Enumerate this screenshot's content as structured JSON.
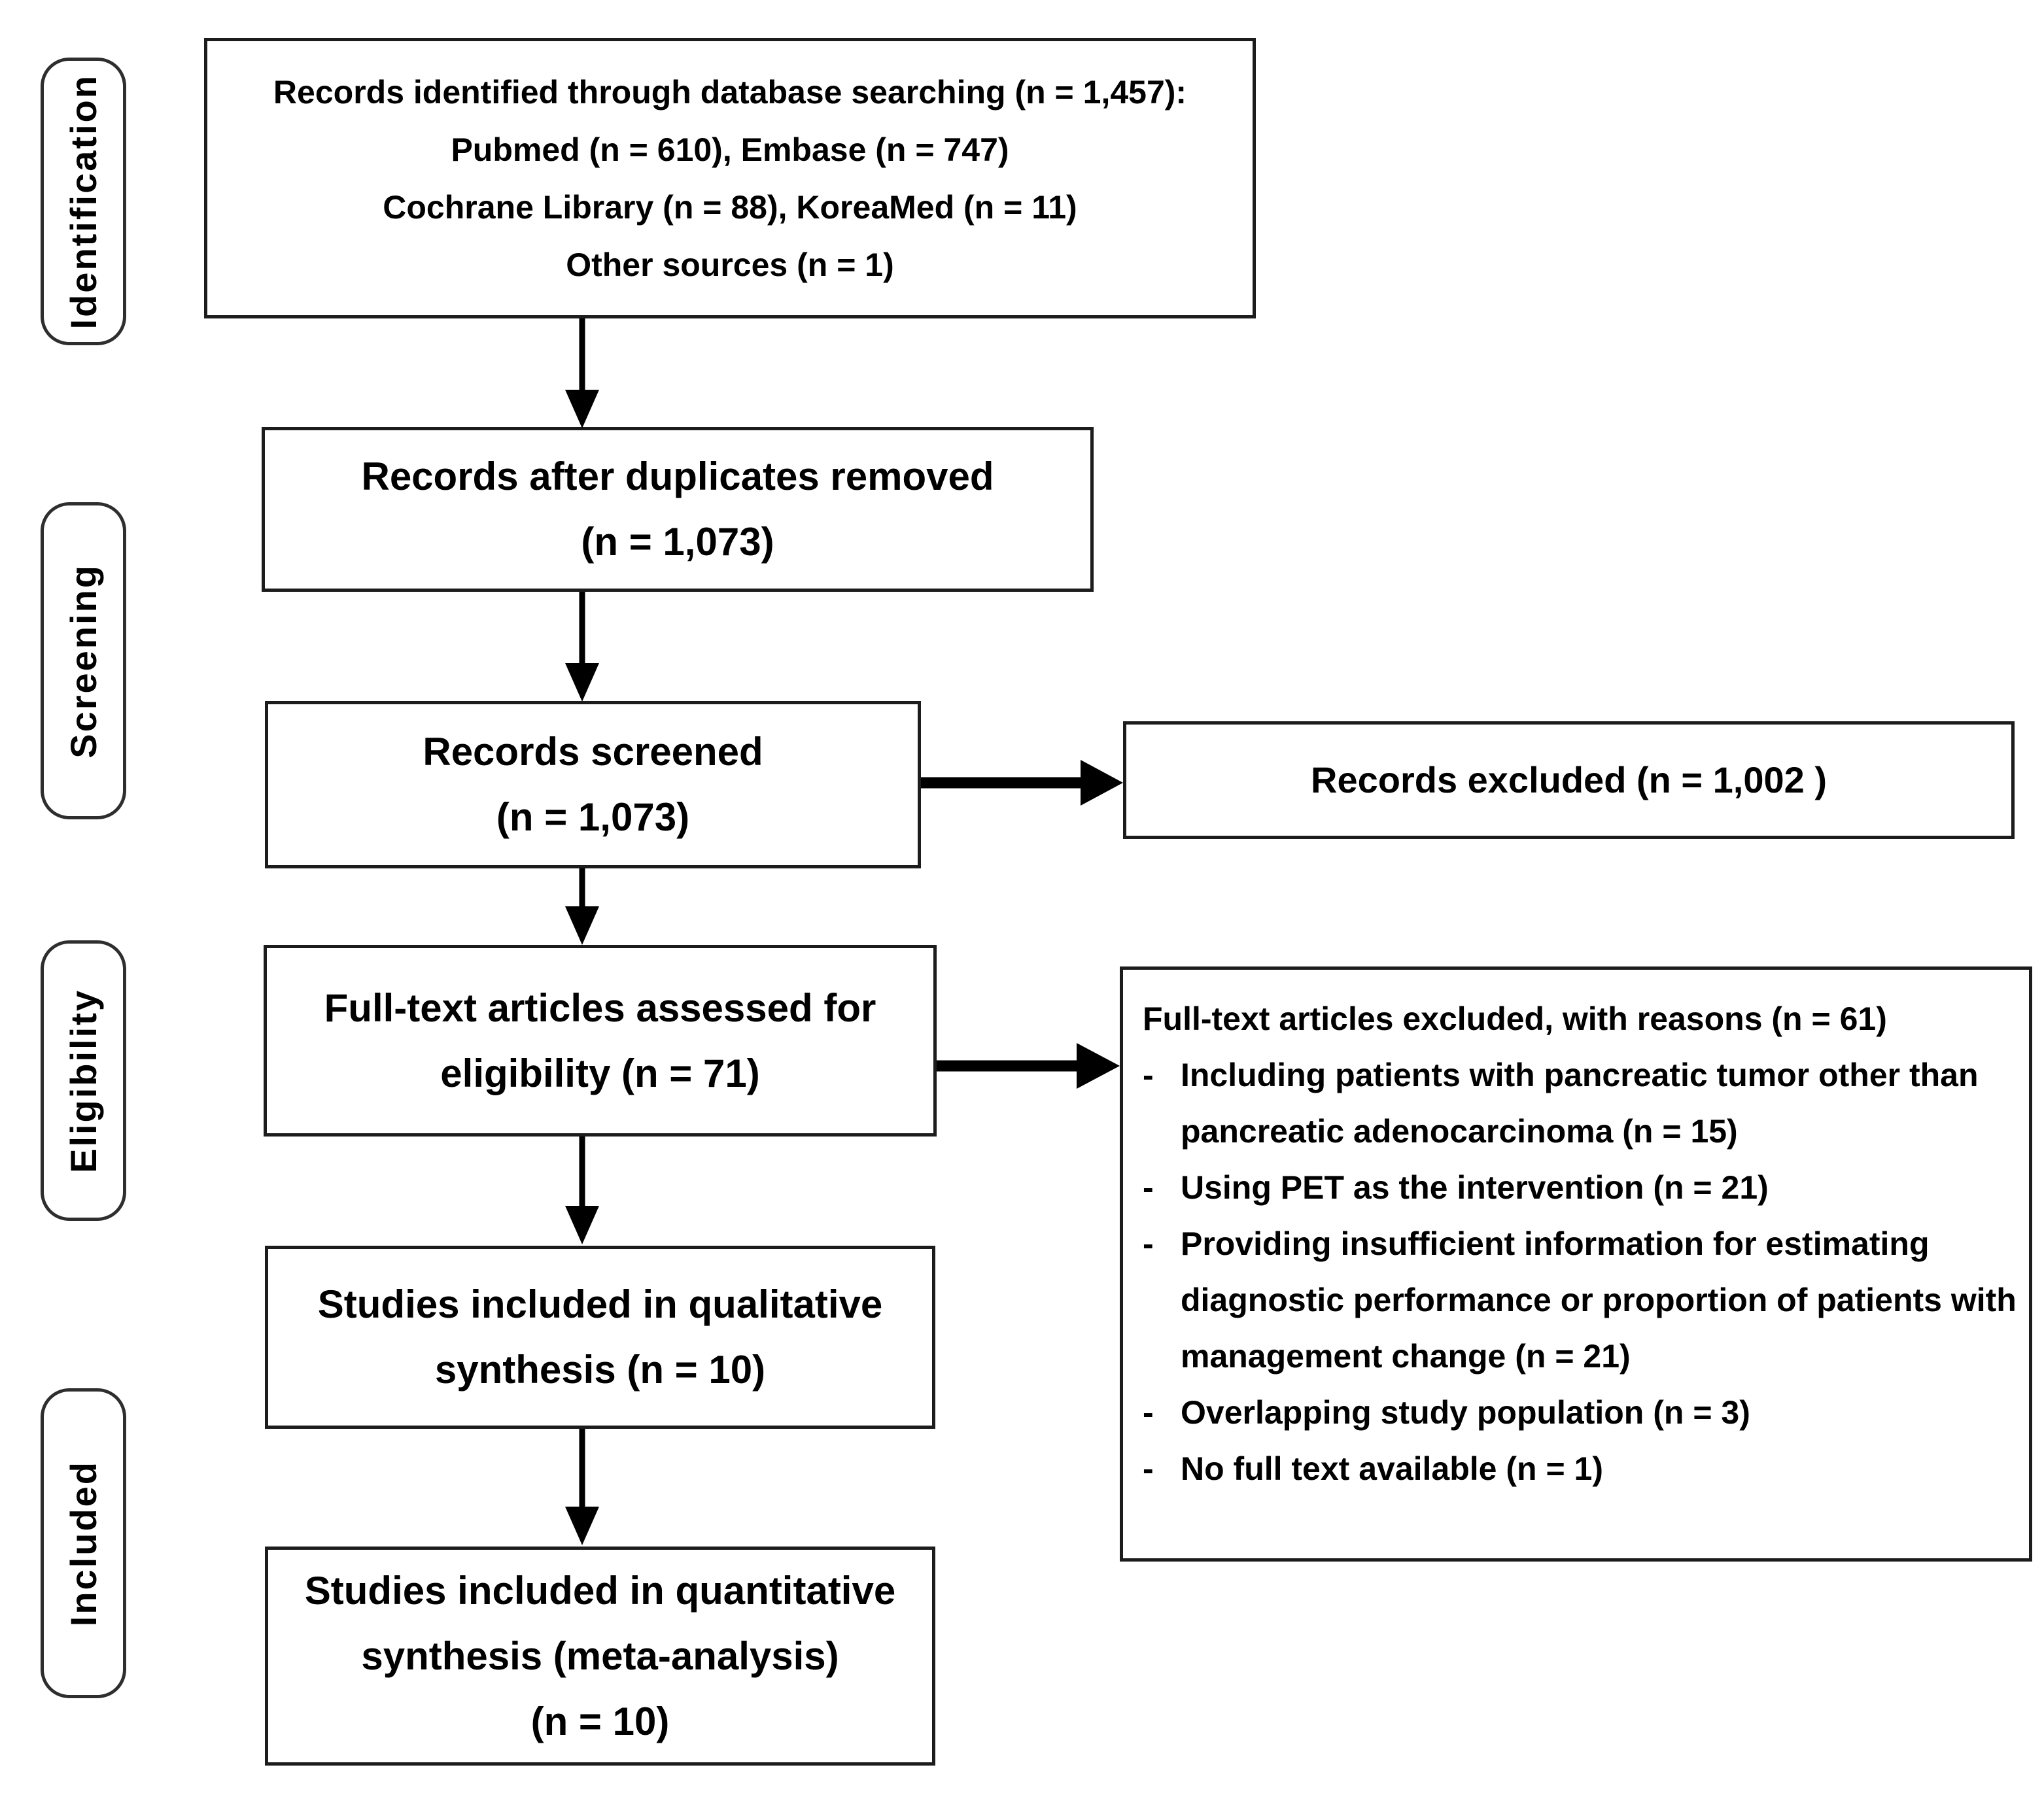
{
  "figure": {
    "type": "prisma-flow-diagram"
  },
  "stages": [
    {
      "label": "Identification"
    },
    {
      "label": "Screening"
    },
    {
      "label": "Eligibility"
    },
    {
      "label": "Included"
    }
  ],
  "boxes": {
    "identified": {
      "lines": [
        "Records identified through database searching (n = 1,457):",
        "Pubmed (n = 610), Embase (n = 747)",
        "Cochrane Library (n = 88), KoreaMed (n = 11)",
        "Other sources (n = 1)"
      ]
    },
    "deduplicated": {
      "lines": [
        "Records after duplicates removed",
        "(n = 1,073)"
      ]
    },
    "screened": {
      "lines": [
        "Records screened",
        "(n = 1,073)"
      ]
    },
    "fulltext": {
      "lines": [
        "Full-text articles assessed for",
        "eligibility (n = 71)"
      ]
    },
    "qualitative": {
      "lines": [
        "Studies included in qualitative",
        "synthesis (n = 10)"
      ]
    },
    "quantitative": {
      "lines": [
        "Studies included in quantitative",
        "synthesis (meta-analysis)",
        "(n = 10)"
      ]
    },
    "excluded": {
      "text": "Records excluded (n = 1,002 )"
    },
    "reasons": {
      "title": "Full-text articles excluded, with reasons (n = 61)",
      "bullet": "-",
      "items": [
        "Including patients with pancreatic tumor other than pancreatic adenocarcinoma (n = 15)",
        "Using PET as the intervention (n = 21)",
        "Providing insufficient information for estimating diagnostic performance or proportion of patients with management change (n = 21)",
        "Overlapping study population (n = 3)",
        "No full text available (n = 1)"
      ]
    }
  },
  "colors": {
    "background": "#ffffff",
    "box_border": "#1c1c1c",
    "stage_border": "#2e2e2e",
    "text": "#000000",
    "arrow": "#000000"
  }
}
